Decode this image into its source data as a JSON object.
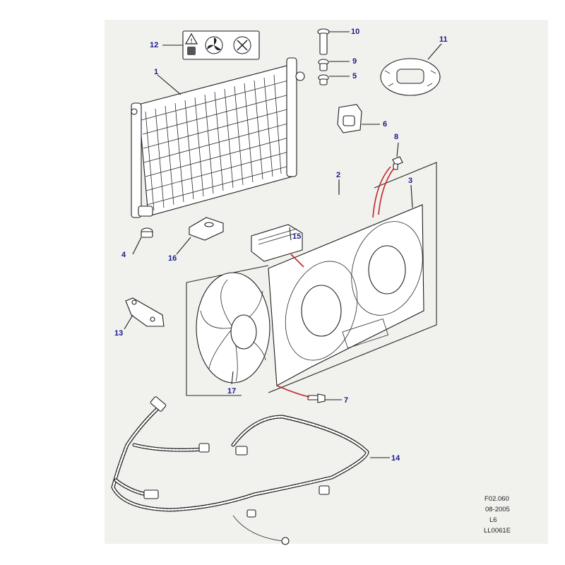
{
  "colors": {
    "callout_text": "#1a1a8c",
    "leader": "#1e1e1e",
    "red_guide": "#c0262c",
    "sheet_background": "#f1f2ee"
  },
  "callouts": [
    {
      "id": "c1",
      "label": "1"
    },
    {
      "id": "c2",
      "label": "2"
    },
    {
      "id": "c3",
      "label": "3"
    },
    {
      "id": "c4",
      "label": "4"
    },
    {
      "id": "c5",
      "label": "5"
    },
    {
      "id": "c6",
      "label": "6"
    },
    {
      "id": "c7",
      "label": "7"
    },
    {
      "id": "c8",
      "label": "8"
    },
    {
      "id": "c9",
      "label": "9"
    },
    {
      "id": "c10",
      "label": "10"
    },
    {
      "id": "c11",
      "label": "11"
    },
    {
      "id": "c12",
      "label": "12"
    },
    {
      "id": "c13",
      "label": "13"
    },
    {
      "id": "c14",
      "label": "14"
    },
    {
      "id": "c15",
      "label": "15"
    },
    {
      "id": "c16",
      "label": "16"
    },
    {
      "id": "c17",
      "label": "17"
    }
  ],
  "reference_block": {
    "figure_code": "F02.060",
    "date": "08-2005",
    "model": "L6",
    "illustration_id": "LL0061E"
  },
  "icons": {
    "warning_label": [
      "warning-triangle-icon",
      "hand-icon",
      "fan-icon",
      "no-touch-fan-icon"
    ]
  }
}
